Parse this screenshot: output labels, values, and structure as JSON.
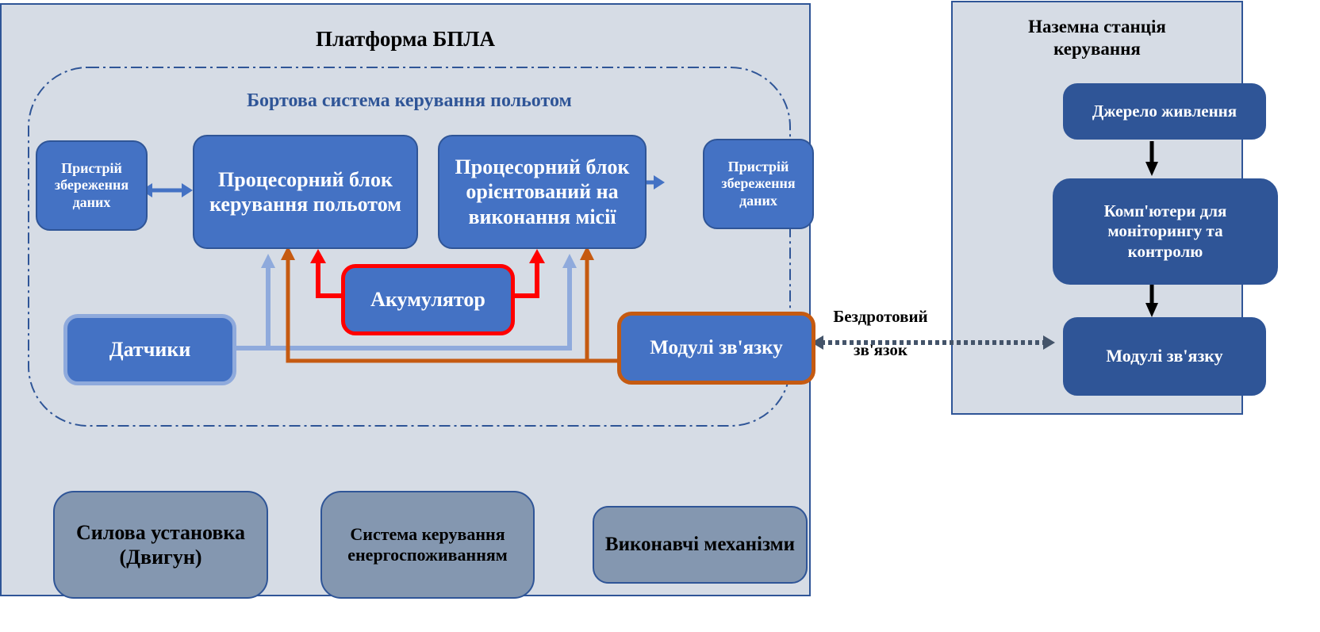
{
  "platform": {
    "title": "Платформа БПЛА",
    "onboard_system": {
      "title": "Бортова система  керування  польотом",
      "storage_left": "Пристрій збереження даних",
      "flight_cpu": "Процесорний блок керування польотом",
      "mission_cpu": "Процесорний блок орієнтований на виконання місії",
      "storage_right": "Пристрій збереження даних",
      "battery": "Акумулятор",
      "sensors": "Датчики",
      "comm_modules": "Модулі зв'язку"
    },
    "bottom": {
      "powerplant": "Силова установка (Двигун)",
      "power_mgmt": "Система керування енергоспоживанням",
      "actuators": "Виконавчі механізми"
    }
  },
  "wireless_link": {
    "label": "Бездротовий зв'язок"
  },
  "ground_station": {
    "title": "Наземна станція керування",
    "power_source": "Джерело живлення",
    "computers": "Комп'ютери для моніторингу та контролю",
    "comm_modules": "Модулі зв'язку"
  },
  "colors": {
    "panel_bg": "#d6dce5",
    "panel_border": "#2f5597",
    "box_blue": "#4472c4",
    "box_dark": "#2f5597",
    "box_grey": "#8497b0",
    "power_line": "#ff0000",
    "comm_line": "#c55a11",
    "sensor_line": "#8faadc",
    "wireless_line": "#44546a"
  }
}
